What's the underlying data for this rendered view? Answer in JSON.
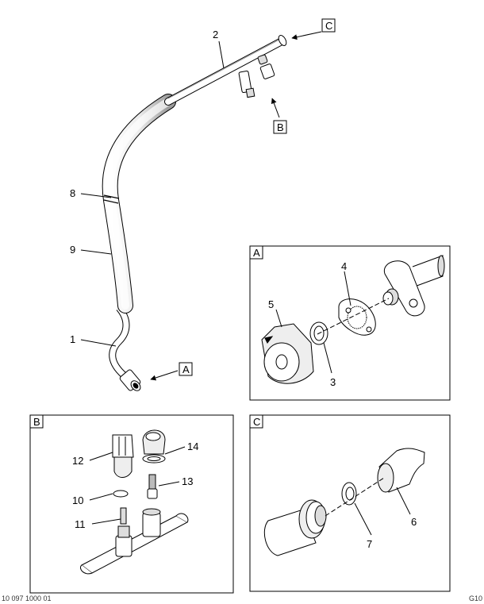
{
  "views": {
    "A": {
      "label": "A"
    },
    "B": {
      "label": "B"
    },
    "C": {
      "label": "C"
    }
  },
  "callouts": {
    "main": {
      "A": "A",
      "B": "B",
      "C": "C"
    }
  },
  "parts": {
    "p1": "1",
    "p2": "2",
    "p3": "3",
    "p4": "4",
    "p5": "5",
    "p6": "6",
    "p7": "7",
    "p8": "8",
    "p9": "9",
    "p10": "10",
    "p11": "11",
    "p12": "12",
    "p13": "13",
    "p14": "14"
  },
  "footer": {
    "left": "10 097 1000 01",
    "right": "G10"
  },
  "colors": {
    "line": "#000000",
    "shade": "#bfbfbf",
    "background": "#ffffff"
  }
}
